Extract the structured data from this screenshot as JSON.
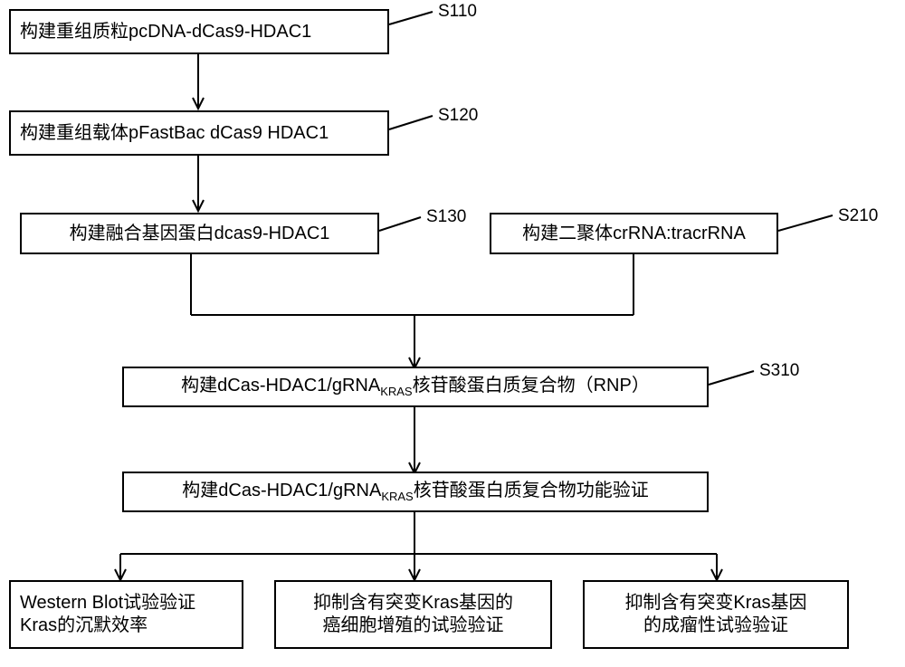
{
  "diagram": {
    "type": "flowchart",
    "title": "",
    "nodes": [
      {
        "id": "s110",
        "label": "构建重组质粒pcDNA-dCas9-HDAC1",
        "step_tag": "S110"
      },
      {
        "id": "s120",
        "label": "构建重组载体pFastBac dCas9 HDAC1",
        "step_tag": "S120"
      },
      {
        "id": "s130",
        "label": "构建融合基因蛋白dcas9-HDAC1",
        "step_tag": "S130"
      },
      {
        "id": "s210",
        "label": "构建二聚体crRNA:tracrRNA",
        "step_tag": "S210"
      },
      {
        "id": "s310",
        "label_pre": "构建dCas-HDAC1/gRNA",
        "label_sub": "KRAS",
        "label_post": "核苷酸蛋白质复合物（RNP）",
        "step_tag": "S310"
      },
      {
        "id": "s320",
        "label_pre": "构建dCas-HDAC1/gRNA",
        "label_sub": "KRAS",
        "label_post": "核苷酸蛋白质复合物功能验证",
        "step_tag": ""
      },
      {
        "id": "r1",
        "label": "Western Blot试验验证\nKras的沉默效率",
        "step_tag": ""
      },
      {
        "id": "r2",
        "label": "抑制含有突变Kras基因的\n癌细胞增殖的试验验证",
        "step_tag": ""
      },
      {
        "id": "r3",
        "label": "抑制含有突变Kras基因\n的成瘤性试验验证",
        "step_tag": ""
      }
    ]
  }
}
